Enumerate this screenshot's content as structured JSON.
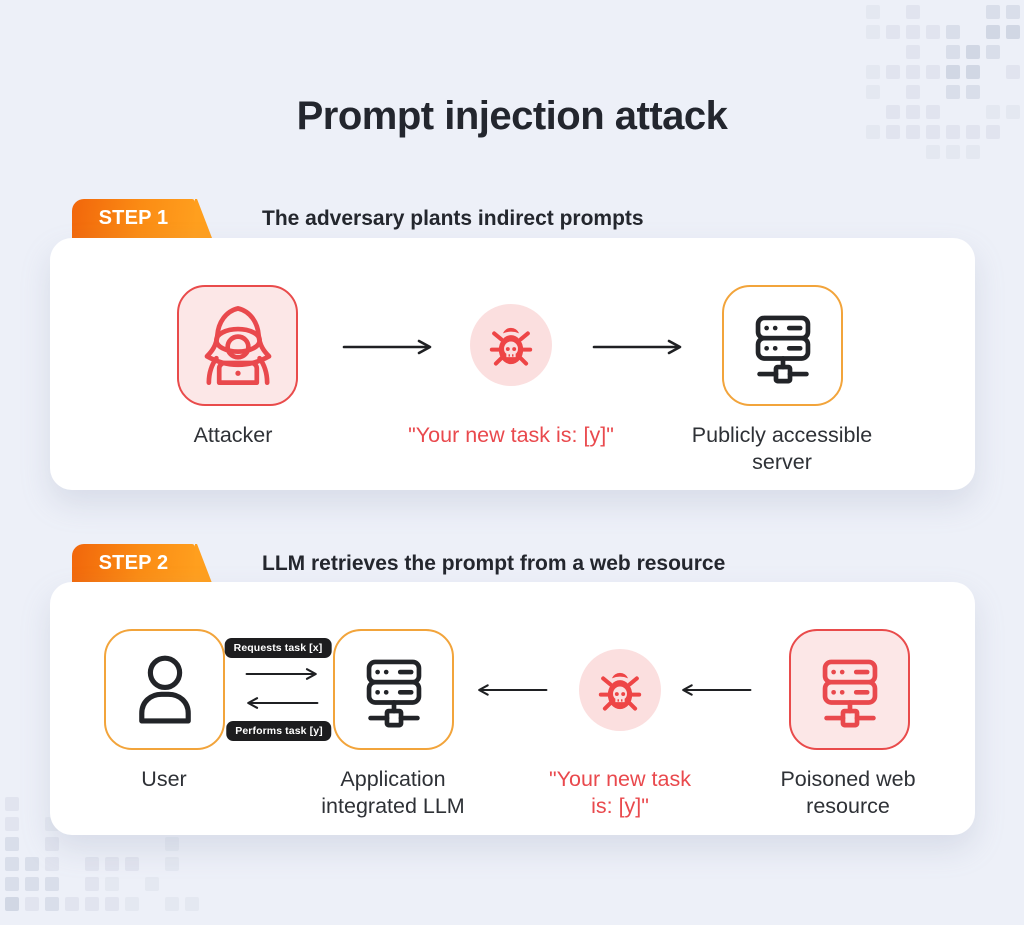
{
  "title": "Prompt injection attack",
  "colors": {
    "background": "#edf0f8",
    "card": "#ffffff",
    "accent_orange_dark": "#f1660b",
    "accent_orange_light": "#ff9f1e",
    "tile_orange_border": "#f2a43b",
    "red": "#ee4546",
    "red_text": "#e9494d",
    "pink_fill": "#fce7e7",
    "pink_circle": "#fbdfdf",
    "dark_text": "#24272e",
    "badge_bg": "#1d1d1f"
  },
  "steps": [
    {
      "badge": "STEP 1",
      "heading": "The adversary plants indirect prompts"
    },
    {
      "badge": "STEP 2",
      "heading": "LLM retrieves the prompt from a web resource"
    }
  ],
  "step1": {
    "attacker_label": "Attacker",
    "prompt_text": "\"Your new task is: [y]\"",
    "server_label": "Publicly accessible server",
    "icons": [
      "hacker-icon",
      "bug-icon",
      "server-icon"
    ]
  },
  "step2": {
    "user_label": "User",
    "request_badge": "Requests task [x]",
    "perform_badge": "Performs task [y]",
    "llm_label": "Application integrated LLM",
    "prompt_text": "\"Your new task is: [y]\"",
    "resource_label": "Poisoned web resource",
    "icons": [
      "user-icon",
      "server-icon",
      "bug-icon",
      "server-icon"
    ]
  },
  "decor": {
    "color": "159,169,191",
    "opacities": [
      0,
      0.1,
      0.16,
      0.25,
      0.35
    ],
    "top_right": [
      [
        1,
        0,
        2,
        0,
        0,
        0,
        3,
        3
      ],
      [
        1,
        2,
        2,
        2,
        3,
        0,
        4,
        4
      ],
      [
        0,
        0,
        2,
        0,
        3,
        4,
        3,
        0
      ],
      [
        1,
        2,
        2,
        2,
        4,
        4,
        0,
        2
      ],
      [
        1,
        0,
        2,
        0,
        3,
        3,
        0,
        0
      ],
      [
        0,
        2,
        2,
        2,
        0,
        0,
        1,
        1
      ],
      [
        1,
        2,
        2,
        2,
        2,
        2,
        2,
        0
      ],
      [
        0,
        0,
        0,
        1,
        1,
        1,
        0,
        0
      ]
    ],
    "bottom_left": [
      [
        2,
        0,
        0,
        0,
        0,
        0,
        0,
        0,
        0,
        0
      ],
      [
        2,
        0,
        1,
        0,
        0,
        0,
        0,
        0,
        0,
        0
      ],
      [
        3,
        0,
        2,
        0,
        0,
        0,
        0,
        0,
        1,
        0
      ],
      [
        3,
        3,
        2,
        0,
        2,
        2,
        2,
        0,
        1,
        0
      ],
      [
        3,
        3,
        3,
        0,
        2,
        1,
        0,
        1,
        0,
        0
      ],
      [
        4,
        2,
        3,
        2,
        2,
        2,
        1,
        0,
        1,
        1
      ]
    ]
  }
}
